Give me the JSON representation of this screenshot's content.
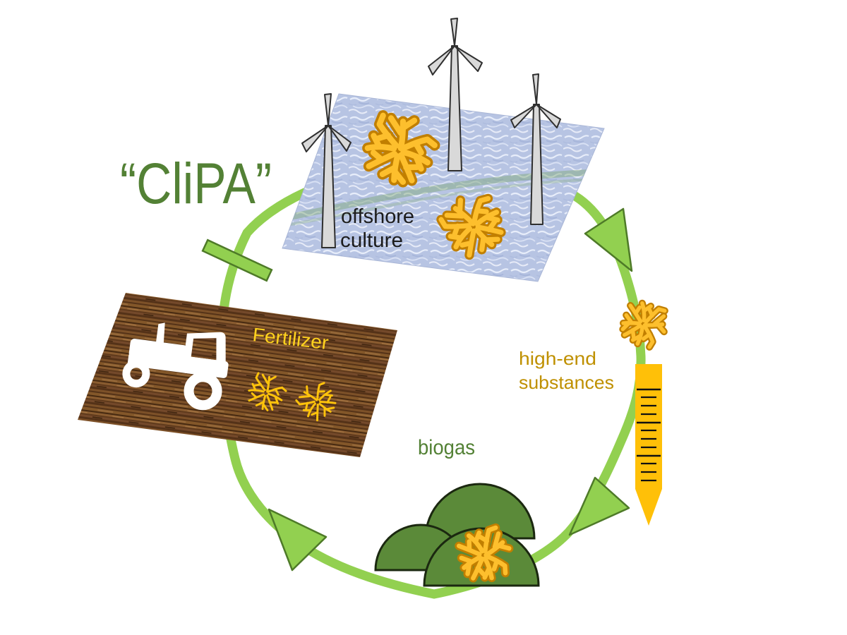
{
  "title": "“CliPA”",
  "nodes": [
    {
      "id": "offshore-culture",
      "label_lines": [
        "offshore",
        "culture"
      ]
    },
    {
      "id": "high-end-substances",
      "label_lines": [
        "high-end",
        "substances"
      ]
    },
    {
      "id": "biogas",
      "label_lines": [
        "biogas"
      ]
    },
    {
      "id": "fertilizer",
      "label_lines": [
        "Fertilizer"
      ]
    }
  ],
  "cycle_direction": "clockwise",
  "colors": {
    "ring_green": "#92D050",
    "arrow_fill": "#92D050",
    "arrow_stroke": "#4E7A28",
    "title_green": "#538135",
    "biogas_text": "#538135",
    "highend_text": "#BF9000",
    "fertilizer_text": "#FFD21E",
    "algae_fill": "#FDBF2D",
    "algae_outline": "#C17F00",
    "tube_orange": "#FFC008",
    "dome_green": "#5B8A39",
    "water_blue": "#B7C4E3",
    "wood_brown": "#6B4423",
    "turbine_gray": "#D9D9D9"
  }
}
